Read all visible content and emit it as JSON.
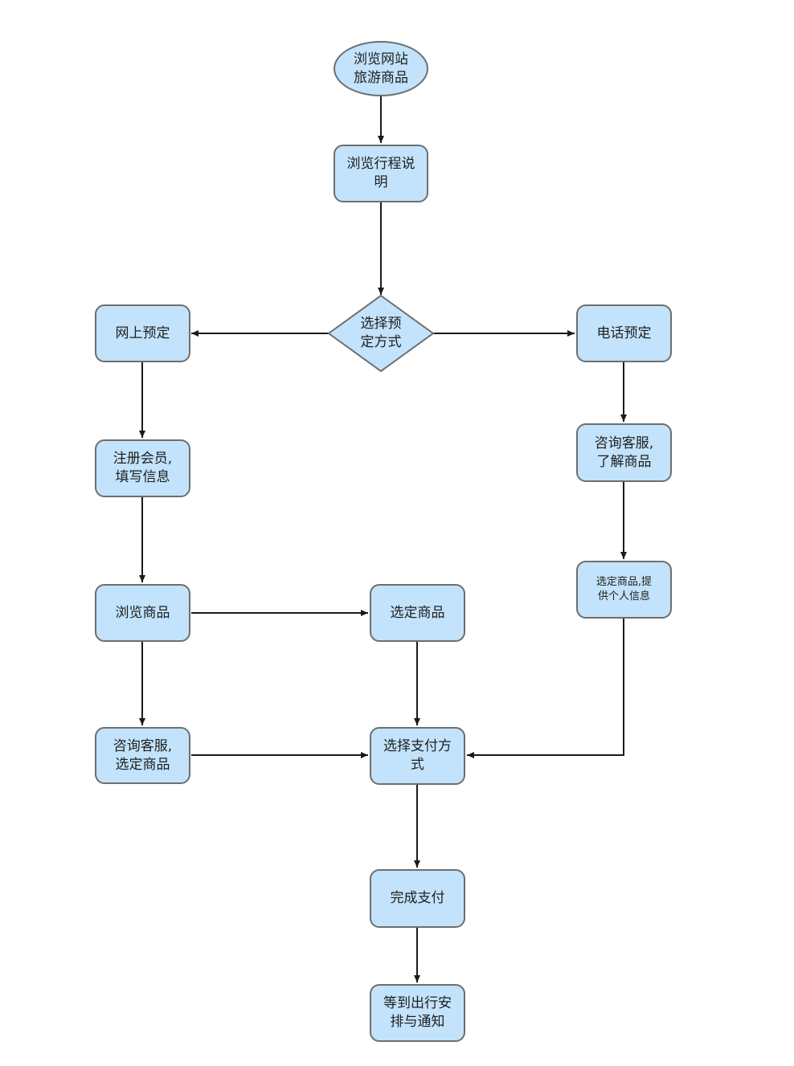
{
  "nodes": {
    "browse_site": "浏览网站\n旅游商品",
    "browse_itinerary": "浏览行程说\n明",
    "choose_booking": "选择预\n定方式",
    "online_booking": "网上预定",
    "phone_booking": "电话预定",
    "register": "注册会员,\n填写信息",
    "consult_understand": "咨询客服,\n了解商品",
    "browse_goods": "浏览商品",
    "select_goods": "选定商品",
    "select_provide_info": "选定商品,提\n供个人信息",
    "consult_select": "咨询客服,\n选定商品",
    "choose_payment": "选择支付方\n式",
    "complete_payment": "完成支付",
    "wait_notice": "等到出行安\n排与通知"
  },
  "colors": {
    "node_fill": "#c2e3fb",
    "node_border": "#6e6e6e",
    "edge": "#1a1a1a"
  }
}
